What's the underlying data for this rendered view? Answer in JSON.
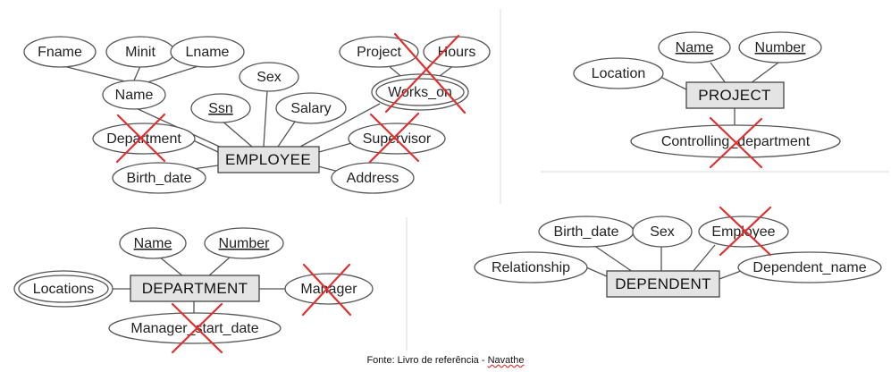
{
  "employee": {
    "entity": "EMPLOYEE",
    "attrs": {
      "fname": "Fname",
      "minit": "Minit",
      "lname": "Lname",
      "name": "Name",
      "sex": "Sex",
      "ssn": "Ssn",
      "salary": "Salary",
      "project": "Project",
      "hours": "Hours",
      "works_on": "Works_on",
      "department": "Department",
      "supervisor": "Supervisor",
      "birth_date": "Birth_date",
      "address": "Address"
    }
  },
  "project": {
    "entity": "PROJECT",
    "attrs": {
      "name": "Name",
      "number": "Number",
      "location": "Location",
      "controlling_department": "Controlling_department"
    }
  },
  "department": {
    "entity": "DEPARTMENT",
    "attrs": {
      "name": "Name",
      "number": "Number",
      "locations": "Locations",
      "manager": "Manager",
      "manager_start_date": "Manager_start_date"
    }
  },
  "dependent": {
    "entity": "DEPENDENT",
    "attrs": {
      "birth_date": "Birth_date",
      "sex": "Sex",
      "employee": "Employee",
      "relationship": "Relationship",
      "dependent_name": "Dependent_name"
    }
  },
  "caption": {
    "prefix": "Fonte: Livro de referência - ",
    "author": "Navathe"
  },
  "colors": {
    "cross": "#e03030",
    "entity_fill": "#e4e4e4"
  }
}
